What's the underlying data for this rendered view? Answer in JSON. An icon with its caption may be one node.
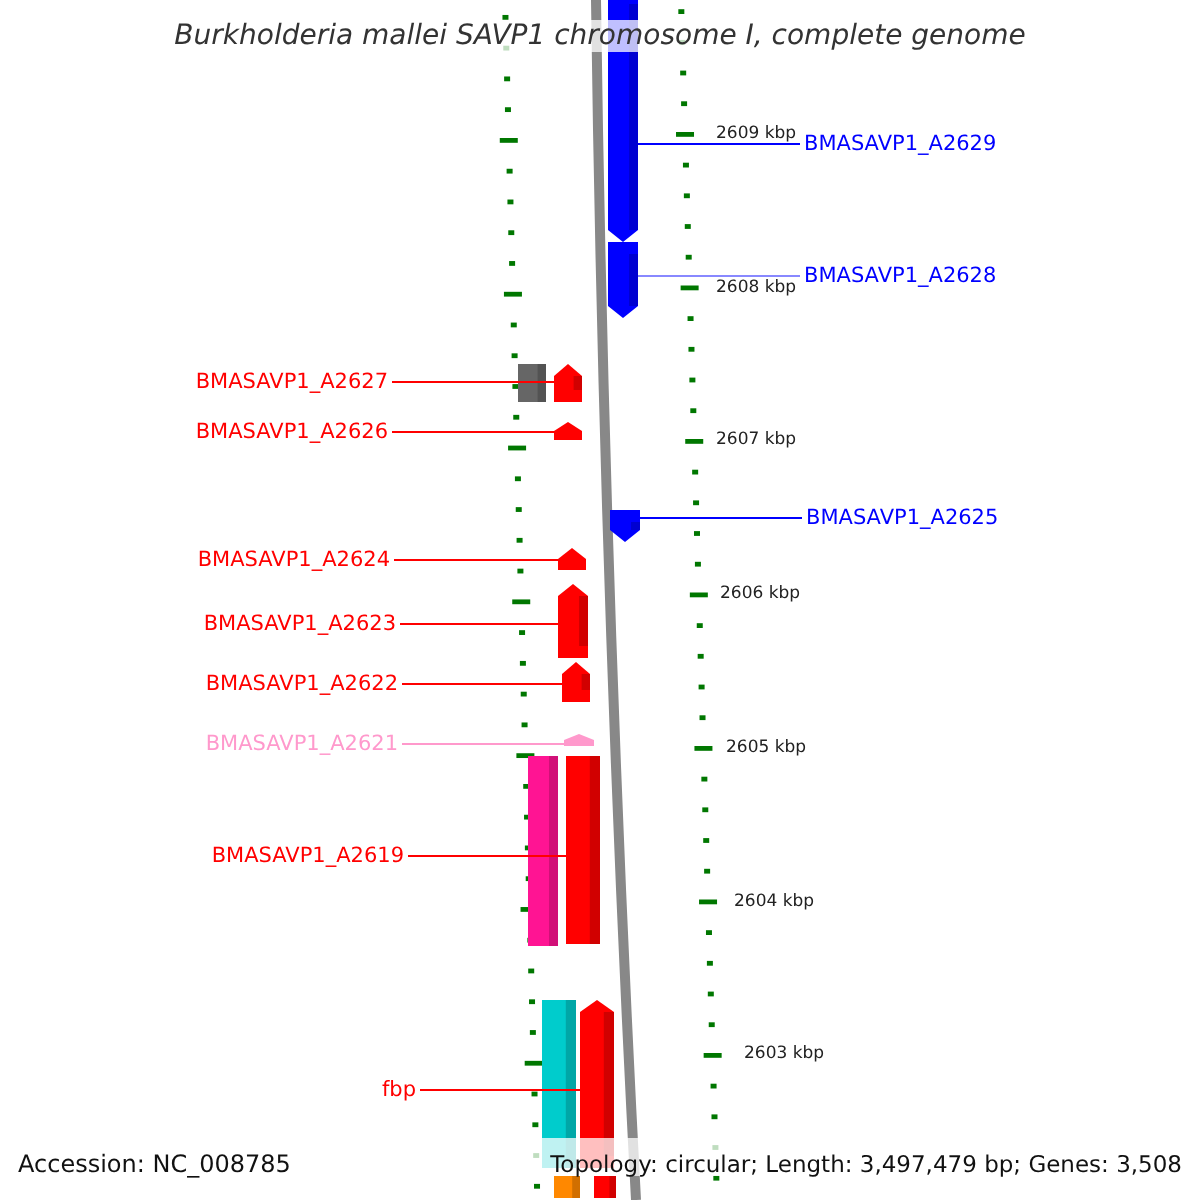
{
  "diagram": {
    "title": "Burkholderia mallei SAVP1 chromosome I, complete genome",
    "nodes": [
      {
        "text": [
          "BMASAVP1_A2629"
        ]
      },
      {
        "text": [],
        "shape": "arrow"
      },
      {
        "text": [
          "BMASAVP1_A2628"
        ]
      },
      {
        "text": [],
        "shape": "arrow"
      },
      {
        "text": [
          "BMASAVP1_A2627"
        ]
      },
      {
        "text": [],
        "shape": "bar"
      },
      {
        "text": [],
        "shape": "arrow"
      },
      {
        "text": [
          "BMASAVP1_A2626"
        ]
      },
      {
        "text": [],
        "shape": "arrow"
      },
      {
        "text": [
          "BMASAVP1_A2625"
        ]
      },
      {
        "text": [],
        "shape": "arrow"
      },
      {
        "text": [
          "BMASAVP1_A2624"
        ]
      },
      {
        "text": [],
        "shape": "arrow"
      },
      {
        "text": [
          "BMASAVP1_A2623"
        ]
      },
      {
        "text": [],
        "shape": "arrow"
      },
      {
        "text": [
          "BMASAVP1_A2622"
        ]
      },
      {
        "text": [],
        "shape": "arrow"
      },
      {
        "text": [
          "BMASAVP1_A2621"
        ]
      },
      {
        "text": [],
        "shape": "arrow"
      },
      {
        "text": [
          "BMASAVP1_A2619"
        ]
      },
      {
        "text": [],
        "shape": "bar"
      },
      {
        "text": [],
        "shape": "bar"
      },
      {
        "text": [
          "fbp"
        ]
      },
      {
        "text": [],
        "shape": "bar"
      },
      {
        "text": [],
        "shape": "arrow"
      },
      {
        "text": [],
        "shape": "bar"
      },
      {
        "text": [],
        "shape": "bar"
      }
    ],
    "edges": [
      {
        "from": 0,
        "to": 1,
        "arrow": "none",
        "color": "#0000ff"
      },
      {
        "from": 2,
        "to": 3,
        "arrow": "none",
        "color": "#8888ff"
      },
      {
        "from": 4,
        "to": 6,
        "arrow": "none"
      },
      {
        "from": 7,
        "to": 8,
        "arrow": "none"
      },
      {
        "from": 9,
        "to": 10,
        "arrow": "none",
        "color": "#0000ff"
      },
      {
        "from": 11,
        "to": 12,
        "arrow": "none"
      },
      {
        "from": 13,
        "to": 14,
        "arrow": "none"
      },
      {
        "from": 15,
        "to": 16,
        "arrow": "none"
      },
      {
        "from": 17,
        "to": 18,
        "arrow": "none",
        "color": "#ff99cc"
      },
      {
        "from": 19,
        "to": 21,
        "arrow": "none"
      },
      {
        "from": 22,
        "to": 24,
        "arrow": "none"
      }
    ],
    "labels": [
      "2609 kbp",
      "2608 kbp",
      "2607 kbp",
      "2606 kbp",
      "2605 kbp",
      "2604 kbp",
      "2603 kbp",
      "Accession: NC_008785",
      "Topology: circular; Length: 3,497,479 bp; Genes: 3,508"
    ]
  }
}
